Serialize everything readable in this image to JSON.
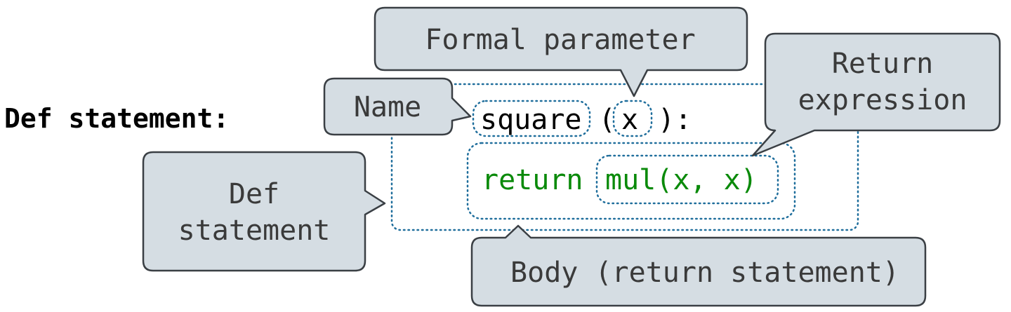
{
  "heading": "Def statement:",
  "code": {
    "func_name": "square",
    "open_paren": "(",
    "param": "x",
    "close": "):",
    "return_keyword": "return",
    "return_expr": "mul(x, x)"
  },
  "callouts": {
    "formal_parameter": "Formal parameter",
    "name": "Name",
    "return_expression_line1": "Return",
    "return_expression_line2": "expression",
    "def_statement_line1": "Def",
    "def_statement_line2": "statement",
    "body": "Body (return statement)"
  },
  "colors": {
    "callout_fill": "#d5dde3",
    "callout_stroke": "#3a3f44",
    "dotted_outline": "#1f6e9c",
    "code_black": "#000000",
    "code_green": "#0a8a0a"
  }
}
